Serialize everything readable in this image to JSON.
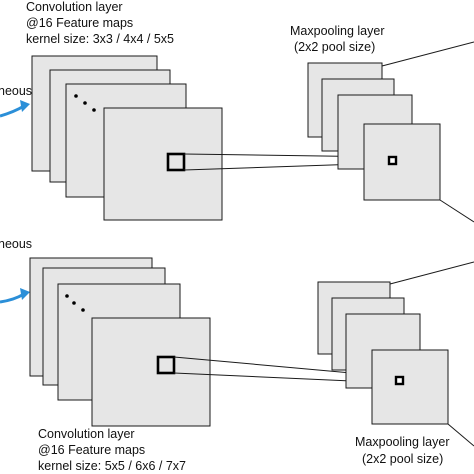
{
  "top_panel": {
    "input_label": "neous",
    "conv": {
      "line1": "Convolution layer",
      "line2": "@16 Feature maps",
      "line3": "kernel size: 3x3 / 4x4 / 5x5"
    },
    "pool": {
      "line1": "Maxpooling layer",
      "line2": "(2x2 pool size)"
    },
    "ellipsis": "· · ·"
  },
  "bottom_panel": {
    "input_label": "neous",
    "conv": {
      "line1": "Convolution layer",
      "line2": "@16 Feature maps",
      "line3": "kernel size: 5x5 / 6x6 / 7x7"
    },
    "pool": {
      "line1": "Maxpooling layer",
      "line2": "(2x2 pool size)"
    },
    "ellipsis": "· · ·"
  },
  "colors": {
    "sheet_fill": "#e6e6e6",
    "arrow": "#2b8fd8",
    "stroke": "#1a1a1a"
  }
}
